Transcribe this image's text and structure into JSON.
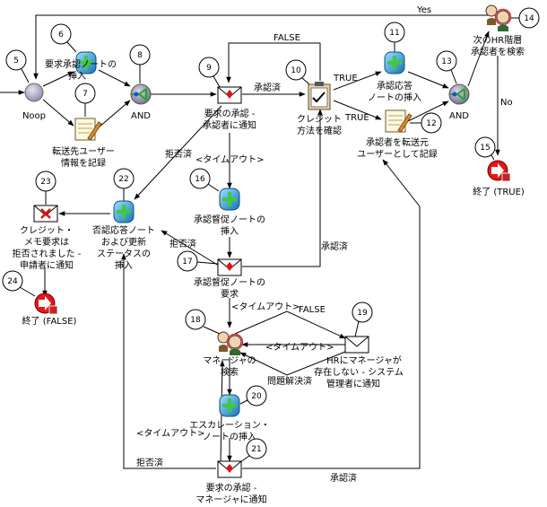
{
  "nodes": {
    "n5": {
      "num": "5",
      "label": [
        "Noop"
      ]
    },
    "n6": {
      "num": "6",
      "label": [
        "要求承認ノートの",
        "挿入"
      ]
    },
    "n7": {
      "num": "7",
      "label": [
        "転送先ユーザー",
        "情報を記録"
      ]
    },
    "n8": {
      "num": "8",
      "label": [
        "AND"
      ]
    },
    "n9": {
      "num": "9",
      "label": [
        "要求の承認 -",
        "承認者に通知"
      ]
    },
    "n10": {
      "num": "10",
      "label": [
        "クレジット",
        "方法を確認"
      ]
    },
    "n11": {
      "num": "11",
      "label": [
        "承認応答",
        "ノートの挿入"
      ]
    },
    "n12": {
      "num": "12",
      "label": [
        "承認者を転送元",
        "ユーザーとして記録"
      ]
    },
    "n13": {
      "num": "13",
      "label": [
        "AND"
      ]
    },
    "n14": {
      "num": "14",
      "label": [
        "次のHR階層",
        "承認者を検索"
      ]
    },
    "n15": {
      "num": "15",
      "label": [
        "終了 (TRUE)"
      ]
    },
    "n16": {
      "num": "16",
      "label": [
        "承認督促ノートの",
        "挿入"
      ]
    },
    "n17": {
      "num": "17",
      "label": [
        "承認督促ノートの",
        "要求"
      ]
    },
    "n18": {
      "num": "18",
      "label": [
        "マネージャの",
        "検索"
      ]
    },
    "n19": {
      "num": "19",
      "label": [
        "HRにマネージャが",
        "存在しない - システム",
        "管理者に通知"
      ]
    },
    "n20": {
      "num": "20",
      "label": [
        "エスカレーション・",
        "ノートの挿入"
      ]
    },
    "n21": {
      "num": "21",
      "label": [
        "要求の承認 -",
        "マネージャに通知"
      ]
    },
    "n22": {
      "num": "22",
      "label": [
        "否認応答ノート",
        "および更新",
        "ステータスの",
        "挿入"
      ]
    },
    "n23": {
      "num": "23",
      "label": [
        "クレジット・",
        "メモ要求は",
        "拒否されました -",
        "申請者に通知"
      ]
    },
    "n24": {
      "num": "24",
      "label": [
        "終了 (FALSE)"
      ]
    }
  },
  "edge_labels": {
    "yes": "Yes",
    "no": "No",
    "false_top": "FALSE",
    "approved_9_10": "承認済",
    "true_10_11": "TRUE",
    "true_10_12": "TRUE",
    "rejected_9_22": "拒否済",
    "timeout_9_16": "<タイムアウト>",
    "rejected_17_22": "拒否済",
    "approved_17_10": "承認済",
    "timeout_17_18": "<タイムアウト>",
    "false_18_19": "FALSE",
    "timeout_19_18": "<タイムアウト>",
    "resolved_19_18": "問題解決済",
    "timeout_21_18": "<タイムアウト>",
    "rejected_21_22": "拒否済",
    "approved_21_12": "承認済"
  }
}
